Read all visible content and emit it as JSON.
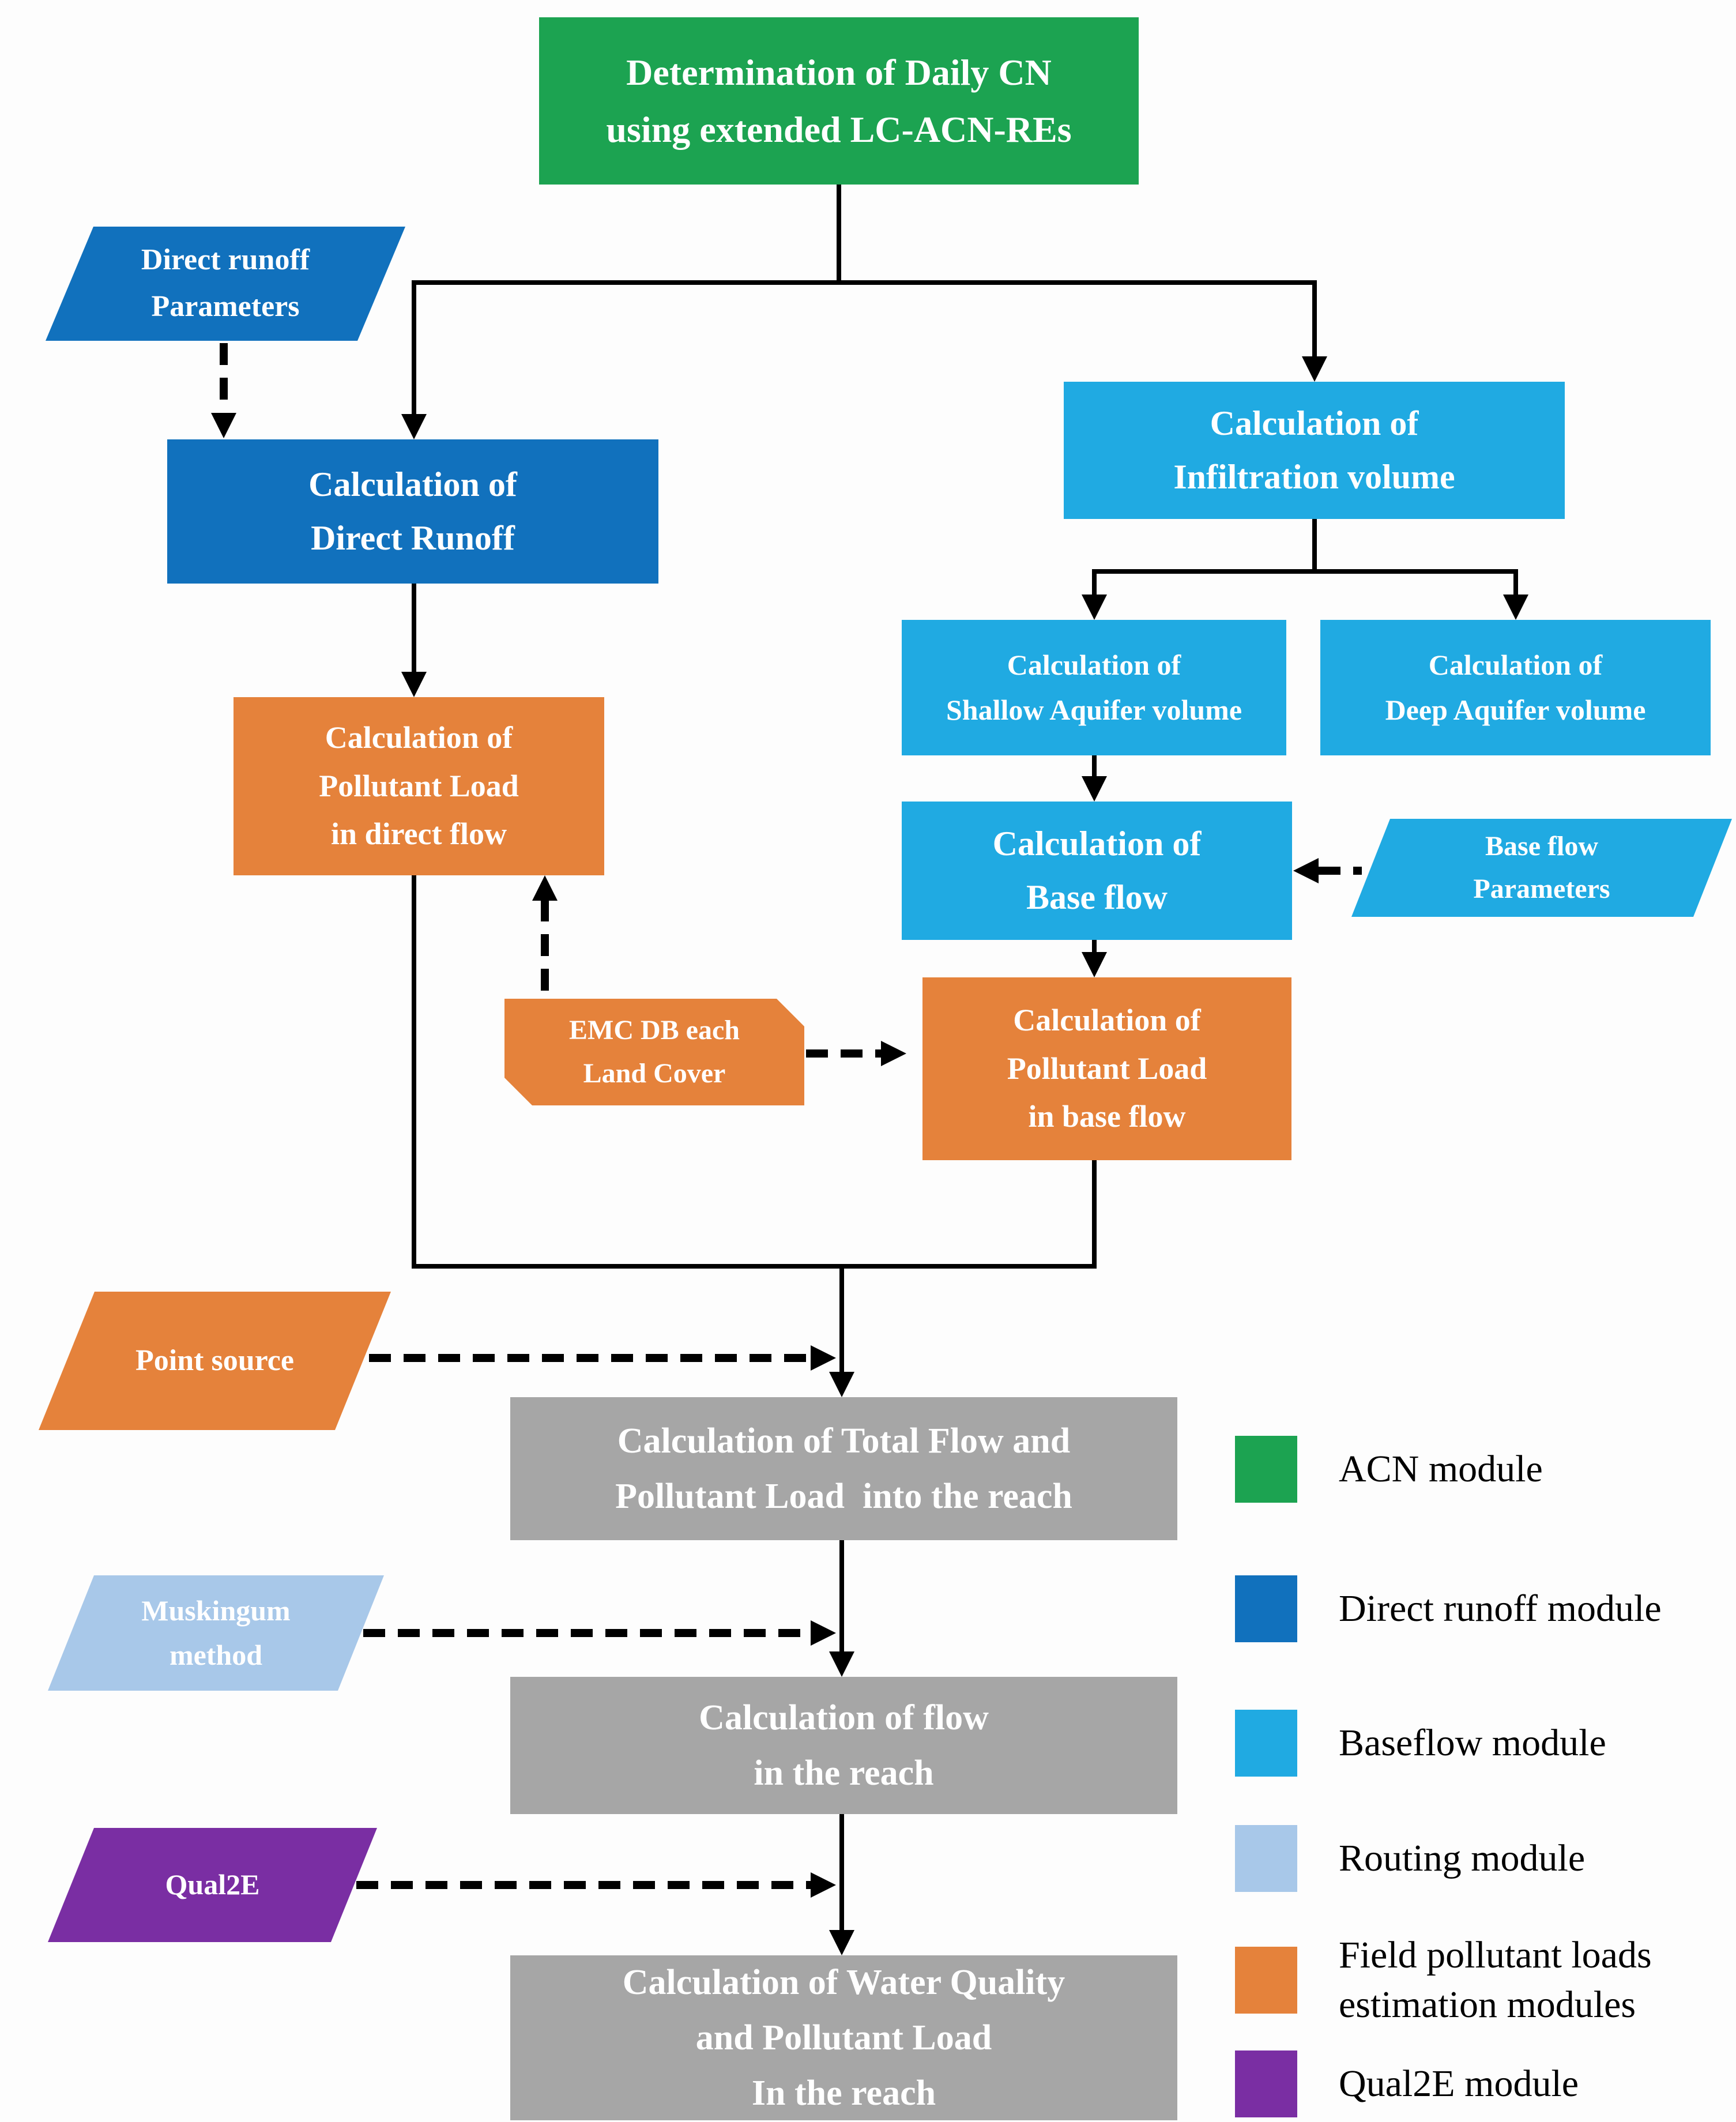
{
  "flowchart": {
    "acn_box": {
      "line1": "Determination of Daily CN",
      "line2": "using extended LC-ACN-REs"
    },
    "direct_runoff_params": {
      "line1": "Direct runoff",
      "line2": "Parameters"
    },
    "calc_direct_runoff": {
      "line1": "Calculation of",
      "line2": "Direct Runoff"
    },
    "calc_infiltration": {
      "line1": "Calculation of",
      "line2": "Infiltration volume"
    },
    "calc_shallow_aquifer": {
      "line1": "Calculation of",
      "line2": "Shallow Aquifer volume"
    },
    "calc_deep_aquifer": {
      "line1": "Calculation of",
      "line2": "Deep Aquifer volume"
    },
    "calc_base_flow": {
      "line1": "Calculation of",
      "line2": "Base flow"
    },
    "base_flow_params": {
      "line1": "Base flow",
      "line2": "Parameters"
    },
    "calc_pollutant_direct": {
      "line1": "Calculation of",
      "line2": "Pollutant Load",
      "line3": "in direct flow"
    },
    "emc_db": {
      "line1": "EMC DB each",
      "line2": "Land Cover"
    },
    "calc_pollutant_base": {
      "line1": "Calculation of",
      "line2": "Pollutant Load",
      "line3": "in base flow"
    },
    "point_source": {
      "line1": "Point source"
    },
    "calc_total_flow": {
      "line1": "Calculation of Total Flow and",
      "line2": "Pollutant Load  into the reach"
    },
    "muskingum": {
      "line1": "Muskingum",
      "line2": "method"
    },
    "calc_flow_reach": {
      "line1": "Calculation of flow",
      "line2": "in the reach"
    },
    "qual2e": {
      "line1": "Qual2E"
    },
    "calc_water_quality": {
      "line1": "Calculation of Water Quality",
      "line2": "and Pollutant Load",
      "line3": "In the reach"
    }
  },
  "colors": {
    "acn_module": "#1CA351",
    "direct_runoff_module": "#1171BD",
    "baseflow_module": "#20AAE2",
    "routing_module": "#A8C8E9",
    "field_pollutant_module": "#E5823B",
    "qual2e_module": "#7A2EA3",
    "process_gray": "#A6A6A6",
    "connector_black": "#000000"
  },
  "legend": {
    "items": [
      {
        "color": "#1CA351",
        "line1": "ACN module",
        "line2": ""
      },
      {
        "color": "#1171BD",
        "line1": "Direct runoff module",
        "line2": ""
      },
      {
        "color": "#20AAE2",
        "line1": "Baseflow module",
        "line2": ""
      },
      {
        "color": "#A8C8E9",
        "line1": "Routing module",
        "line2": ""
      },
      {
        "color": "#E5823B",
        "line1": "Field pollutant loads",
        "line2": "estimation modules"
      },
      {
        "color": "#7A2EA3",
        "line1": "Qual2E module",
        "line2": ""
      }
    ]
  }
}
